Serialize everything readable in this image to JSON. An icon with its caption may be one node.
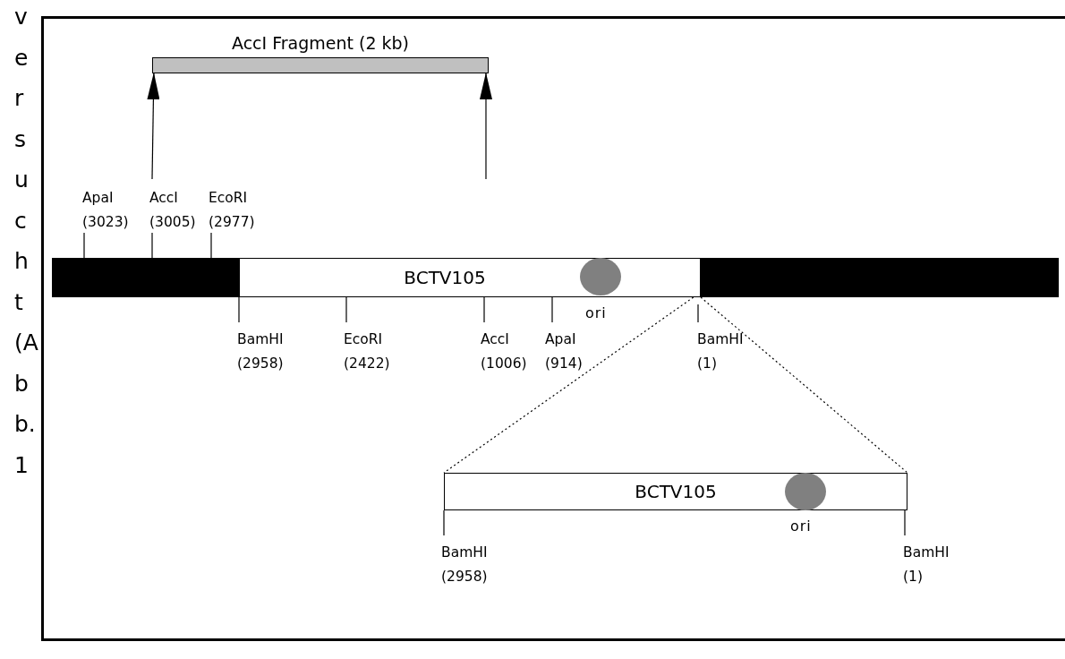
{
  "diagram": {
    "nodes": [
      {
        "text": [
          "AccI Fragment (2 kb)"
        ]
      },
      {
        "text": [],
        "shape": "bar"
      },
      {
        "text": [
          "BCTV105"
        ]
      },
      {
        "text": [],
        "shape": "circle",
        "in": 2,
        "beside": [
          "ori"
        ]
      },
      {
        "text": [],
        "shape": "bar"
      },
      {
        "text": [
          "BCTV105"
        ]
      },
      {
        "text": [],
        "shape": "circle",
        "in": 5,
        "beside": [
          "ori"
        ]
      }
    ],
    "edges": [
      {
        "from": null,
        "to": 0,
        "arrow": "to"
      },
      {
        "from": null,
        "to": 0,
        "arrow": "to"
      },
      {
        "from": 2,
        "to": 5,
        "arrow": "none",
        "style": "dashed"
      },
      {
        "from": 2,
        "to": 5,
        "arrow": "none",
        "style": "dashed"
      }
    ],
    "labels": [
      "versucht (Abb.1",
      "ApaI (3023)",
      "AccI (3005)",
      "EcoRI (2977)",
      "BamHI (2958)",
      "EcoRI (2422)",
      "AccI (1006)",
      "ApaI (914)",
      "BamHI (1)",
      "BamHI (2958)",
      "BamHI (1)"
    ]
  }
}
